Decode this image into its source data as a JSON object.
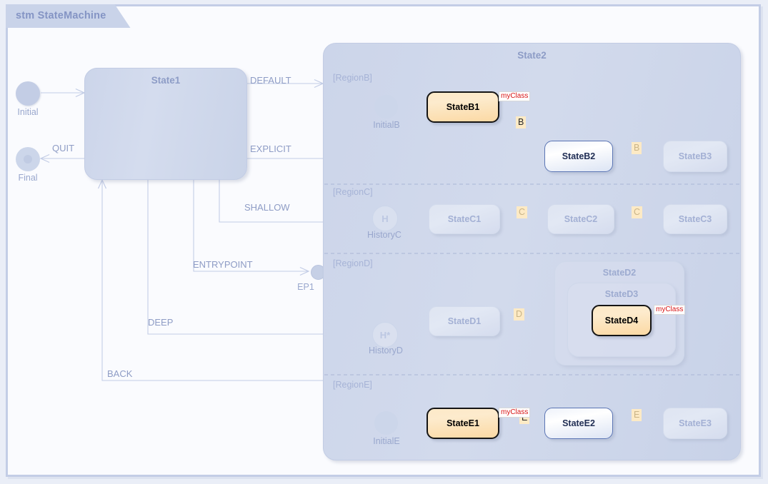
{
  "diagram": {
    "title": "stm StateMachine",
    "accent_frame": "#c3cde6",
    "accent_highlight": "#fbd9a4",
    "accent_active_border": "#5b75b4",
    "tag_color": "#d81414"
  },
  "left": {
    "initial": {
      "label": "Initial"
    },
    "final": {
      "label": "Final"
    },
    "state1": {
      "label": "State1"
    },
    "entrypoint": {
      "label": "EP1"
    }
  },
  "transitions": [
    {
      "name": "default",
      "label": "DEFAULT"
    },
    {
      "name": "explicit",
      "label": "EXPLICIT"
    },
    {
      "name": "shallow",
      "label": "SHALLOW"
    },
    {
      "name": "entrypoint",
      "label": "ENTRYPOINT"
    },
    {
      "name": "deep",
      "label": "DEEP"
    },
    {
      "name": "back",
      "label": "BACK"
    },
    {
      "name": "quit",
      "label": "QUIT"
    }
  ],
  "state2": {
    "label": "State2",
    "regions": [
      {
        "label": "[RegionB]",
        "initial": "InitialB",
        "states": [
          {
            "label": "StateB1",
            "style": "highlight",
            "tag": "myClass"
          },
          {
            "label": "StateB2",
            "style": "active"
          },
          {
            "label": "StateB3",
            "style": "faded"
          }
        ],
        "triggers": [
          {
            "label": "B",
            "state": "on"
          },
          {
            "label": "B",
            "state": "off"
          }
        ]
      },
      {
        "label": "[RegionC]",
        "history": {
          "label": "HistoryC",
          "glyph": "H"
        },
        "states": [
          {
            "label": "StateC1",
            "style": "faded"
          },
          {
            "label": "StateC2",
            "style": "faded"
          },
          {
            "label": "StateC3",
            "style": "faded"
          }
        ],
        "triggers": [
          {
            "label": "C",
            "state": "off"
          },
          {
            "label": "C",
            "state": "off"
          }
        ]
      },
      {
        "label": "[RegionD]",
        "history": {
          "label": "HistoryD",
          "glyph": "H*"
        },
        "states": [
          {
            "label": "StateD1",
            "style": "faded"
          },
          {
            "label": "StateD2",
            "style": "nested"
          },
          {
            "label": "StateD3",
            "style": "nested"
          },
          {
            "label": "StateD4",
            "style": "highlight",
            "tag": "myClass"
          }
        ],
        "triggers": [
          {
            "label": "D",
            "state": "off"
          }
        ]
      },
      {
        "label": "[RegionE]",
        "initial": "InitialE",
        "states": [
          {
            "label": "StateE1",
            "style": "highlight",
            "tag": "myClass"
          },
          {
            "label": "StateE2",
            "style": "active"
          },
          {
            "label": "StateE3",
            "style": "faded"
          }
        ],
        "triggers": [
          {
            "label": "E",
            "state": "on"
          },
          {
            "label": "E",
            "state": "off"
          }
        ]
      }
    ]
  }
}
